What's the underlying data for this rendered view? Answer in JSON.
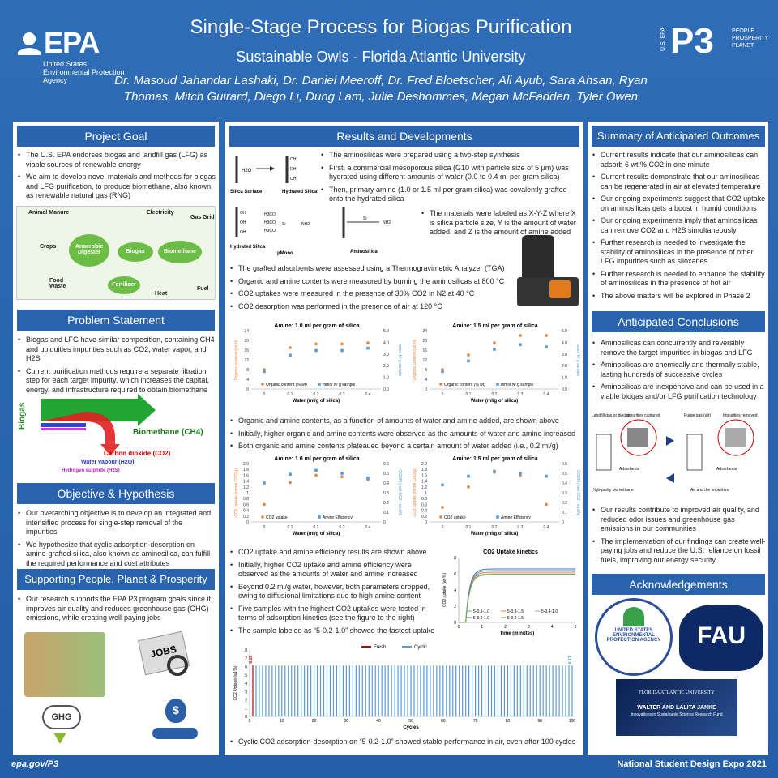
{
  "header": {
    "title": "Single-Stage Process for Biogas Purification",
    "subtitle": "Sustainable Owls - Florida Atlantic University",
    "authors": "Dr. Masoud Jahandar Lashaki, Dr. Daniel Meeroff, Dr. Fred Bloetscher, Ali Ayub, Sara Ahsan, Ryan Thomas, Mitch Guirard, Diego Li, Dung Lam, Julie Deshommes, Megan McFadden, Tyler Owen",
    "epa_mark": "EPA",
    "epa_sub": "United States Environmental Protection Agency",
    "p3_mark": "P3",
    "p3_sub": "PEOPLE PROSPERITY PLANET",
    "p3_side": "U.S. EPA"
  },
  "project_goal": {
    "title": "Project Goal",
    "bullets": [
      "The U.S. EPA endorses biogas and landfill gas (LFG) as viable sources of renewable energy",
      "We aim to develop novel materials and methods for biogas and LFG purification, to produce biomethane, also known as renewable natural gas (RNG)"
    ],
    "diagram": {
      "animal_manure": "Animal Manure",
      "crops": "Crops",
      "food_waste": "Food Waste",
      "digester": "Anaerobic Digester",
      "biogas": "Biogas",
      "biomethane": "Biomethane",
      "electricity": "Electricity",
      "gas_grid": "Gas Grid",
      "fertilizer": "Fertilizer",
      "heat": "Heat",
      "fuel": "Fuel"
    }
  },
  "problem": {
    "title": "Problem Statement",
    "bullets": [
      "Biogas and LFG have similar composition, containing CH4 and ubiquities impurities such as CO2, water vapor, and H2S",
      "Current purification methods require a separate filtration step for each target impurity, which increases the capital, energy, and infrastructure required to obtain biomethane"
    ],
    "sankey": {
      "biogas": "Biogas",
      "biomethane": "Biomethane (CH4)",
      "co2": "Carbon dioxide (CO2)",
      "water": "Water vapour (H2O)",
      "h2s": "Hydrogen sulphide (H2S)"
    }
  },
  "objective": {
    "title": "Objective & Hypothesis",
    "bullets": [
      "Our overarching objective is to develop an integrated and intensified process for single-step removal of the impurities",
      "We hypothesize that cyclic adsorption-desorption on amine-grafted silica, also known as aminosilica, can fulfill the required performance and cost attributes"
    ]
  },
  "supporting": {
    "title": "Supporting People, Planet & Prosperity",
    "bullets": [
      "Our research supports the EPA P3 program goals since it improves air quality and reduces greenhouse gas (GHG) emissions, while creating well-paying jobs"
    ],
    "jobs": "JOBS",
    "ghg": "GHG",
    "dollar": "$"
  },
  "results": {
    "title": "Results and Developments",
    "synthesis_bullets": [
      "The aminosilicas were prepared using a two-step synthesis",
      "First, a commercial mesoporous silica (G10 with particle size of 5 μm) was hydrated using different amounts of water (0.0 to 0.4 ml per gram silica)",
      "Then, primary amine (1.0 or 1.5 ml per gram silica) was covalently grafted onto the hydrated silica"
    ],
    "label_bullet": "The materials were labeled as X-Y-Z where X is silica particle size, Y is the amount of water added, and Z is the amount of amine added",
    "scheme": {
      "silica_surface": "Silica Surface",
      "hydrated_silica": "Hydrated Silica",
      "h2o": "H2O",
      "oh": "OH",
      "hydrated_silica2": "Hydrated Silica",
      "pmono": "pMono",
      "aminosilica": "Aminosilica",
      "h3co": "H3CO",
      "si": "Si",
      "nh2": "NH2"
    },
    "tga_bullets": [
      "The grafted adsorbents were assessed using a Thermogravimetric Analyzer (TGA)",
      "Organic and amine contents were measured by burning the aminosilicas at 800 °C",
      "CO2 uptakes were measured in the presence of 30% CO2 in N2 at 40 °C",
      "CO2 desorption was performed in the presence of air at 120 °C"
    ],
    "content_bullets": [
      "Organic and amine contents, as a function of amounts of water and amine added, are shown above",
      "Initially, higher organic and amine contents were observed as the amounts of water and amine increased",
      "Both organic and amine contents plateaued beyond a certain amount of water added (i.e., 0.2 ml/g)"
    ],
    "uptake_bullets": [
      "CO2 uptake and amine efficiency results are shown above",
      "Initially, higher CO2 uptake and amine efficiency were observed as the amounts of water and amine increased",
      "Beyond 0.2 ml/g water, however, both parameters dropped, owing to diffusional limitations due to high amine content",
      "Five samples with the highest CO2 uptakes were tested in terms of adsorption kinetics (see the figure to the right)",
      "The sample labeled as “5-0.2-1.0” showed the fastest uptake"
    ],
    "cyclic_bullet": "Cyclic CO2 adsorption-desorption on “5-0.2-1.0” showed stable performance in air, even after 100 cycles"
  },
  "chart_data": [
    {
      "type": "scatter",
      "title": "Amine: 1.0 ml per gram of silica",
      "xlabel": "Water (ml/g of silica)",
      "ylabel": "Organic content (wt.%)",
      "y2label": "mmol N/ g sample",
      "xlim": [
        -0.05,
        0.45
      ],
      "ylim": [
        0,
        24
      ],
      "y2lim": [
        0,
        5
      ],
      "x_ticks": [
        "0",
        "0.1",
        "0.2",
        "0.3",
        "0.4"
      ],
      "y_ticks": [
        "0",
        "4",
        "8",
        "12",
        "16",
        "20",
        "24"
      ],
      "y2_ticks": [
        "0.0",
        "1.0",
        "2.0",
        "3.0",
        "4.0",
        "5.0"
      ],
      "series": [
        {
          "name": "Organic content (% wt)",
          "axis": "left",
          "color": "#ed7d31",
          "x": [
            0,
            0.1,
            0.2,
            0.3,
            0.4
          ],
          "y": [
            8,
            17,
            18.5,
            18.5,
            19
          ]
        },
        {
          "name": "mmol N/ g sample",
          "axis": "right",
          "color": "#5b9bd5",
          "x": [
            0,
            0.1,
            0.2,
            0.3,
            0.4
          ],
          "y": [
            1.5,
            2.9,
            3.3,
            3.3,
            3.5
          ]
        }
      ]
    },
    {
      "type": "scatter",
      "title": "Amine: 1.5 ml per gram of silica",
      "xlabel": "Water (ml/g of silica)",
      "ylabel": "Organic content (wt.%)",
      "y2label": "mmol N/ g sample",
      "xlim": [
        -0.05,
        0.45
      ],
      "ylim": [
        0,
        24
      ],
      "y2lim": [
        0,
        5
      ],
      "x_ticks": [
        "0",
        "0.1",
        "0.2",
        "0.3",
        "0.4"
      ],
      "y_ticks": [
        "0",
        "4",
        "8",
        "12",
        "16",
        "20",
        "24"
      ],
      "y2_ticks": [
        "0.0",
        "1.0",
        "2.0",
        "3.0",
        "4.0",
        "5.0"
      ],
      "series": [
        {
          "name": "Organic content (% wt)",
          "axis": "left",
          "color": "#ed7d31",
          "x": [
            0,
            0.1,
            0.2,
            0.3,
            0.4
          ],
          "y": [
            8,
            14,
            19,
            22,
            22
          ]
        },
        {
          "name": "mmol N/ g sample",
          "axis": "right",
          "color": "#5b9bd5",
          "x": [
            0,
            0.1,
            0.2,
            0.3,
            0.4
          ],
          "y": [
            1.5,
            2.4,
            3.4,
            3.8,
            3.6
          ]
        }
      ]
    },
    {
      "type": "scatter",
      "title": "Amine: 1.0 ml per gram of silica",
      "xlabel": "Water (ml/g of silica)",
      "ylabel": "CO2 uptake (mmol CO2/g)",
      "y2label": "CO2/N (mol CO2 / mol N)",
      "xlim": [
        -0.05,
        0.45
      ],
      "ylim": [
        0,
        2
      ],
      "y2lim": [
        0,
        0.6
      ],
      "x_ticks": [
        "0",
        "0.1",
        "0.2",
        "0.3",
        "0.4"
      ],
      "y_ticks": [
        "0",
        "0.2",
        "0.4",
        "0.6",
        "0.8",
        "1",
        "1.2",
        "1.4",
        "1.6",
        "1.8",
        "2.0"
      ],
      "y2_ticks": [
        "0",
        "0.1",
        "0.2",
        "0.3",
        "0.4",
        "0.5",
        "0.6"
      ],
      "series": [
        {
          "name": "CO2 uptake",
          "axis": "left",
          "color": "#ed7d31",
          "x": [
            0,
            0.1,
            0.2,
            0.3,
            0.4
          ],
          "y": [
            0.6,
            1.35,
            1.6,
            1.55,
            1.45
          ]
        },
        {
          "name": "Amine Efficiency",
          "axis": "right",
          "color": "#5b9bd5",
          "x": [
            0,
            0.1,
            0.2,
            0.3,
            0.4
          ],
          "y": [
            0.4,
            0.49,
            0.53,
            0.5,
            0.45
          ]
        }
      ]
    },
    {
      "type": "scatter",
      "title": "Amine: 1.5 ml per gram of silica",
      "xlabel": "Water (ml/g of silica)",
      "ylabel": "CO2 uptake (mmol CO2/g)",
      "y2label": "CO2/N (mol CO2 / mol N)",
      "xlim": [
        -0.05,
        0.45
      ],
      "ylim": [
        0,
        2
      ],
      "y2lim": [
        0,
        0.6
      ],
      "x_ticks": [
        "0",
        "0.1",
        "0.2",
        "0.3",
        "0.4"
      ],
      "y_ticks": [
        "0",
        "0.2",
        "0.4",
        "0.6",
        "0.8",
        "1",
        "1.2",
        "1.4",
        "1.6",
        "1.8",
        "2.0"
      ],
      "y2_ticks": [
        "0",
        "0.1",
        "0.2",
        "0.3",
        "0.4",
        "0.5",
        "0.6"
      ],
      "series": [
        {
          "name": "CO2 uptake",
          "axis": "left",
          "color": "#ed7d31",
          "x": [
            0,
            0.1,
            0.2,
            0.3,
            0.4
          ],
          "y": [
            0.5,
            1.2,
            1.7,
            1.6,
            0.6
          ]
        },
        {
          "name": "Amine Efficiency",
          "axis": "right",
          "color": "#5b9bd5",
          "x": [
            0,
            0.1,
            0.2,
            0.3,
            0.4
          ],
          "y": [
            0.38,
            0.47,
            0.52,
            0.5,
            0.47
          ]
        }
      ]
    },
    {
      "type": "line",
      "title": "CO2 Uptake kinetics",
      "xlabel": "Time (minutes)",
      "ylabel": "CO2 uptake (wt.%)",
      "xlim": [
        0,
        5
      ],
      "ylim": [
        0,
        8
      ],
      "x_ticks": [
        "0",
        "1",
        "2",
        "3",
        "4",
        "5"
      ],
      "y_ticks": [
        "0",
        "2",
        "4",
        "6",
        "8"
      ],
      "series": [
        {
          "name": "5-0.3-1.0",
          "color": "#5b9bd5",
          "plateau": 6.4
        },
        {
          "name": "5-0.3-1.5",
          "color": "#ed7d31",
          "plateau": 6.2
        },
        {
          "name": "5-0.4-1.0",
          "color": "#a5a5a5",
          "plateau": 6.0
        },
        {
          "name": "5-0.2-1.0",
          "color": "#4472c4",
          "plateau": 6.6
        },
        {
          "name": "5-0.2-1.5",
          "color": "#70ad47",
          "plateau": 5.9
        }
      ]
    },
    {
      "type": "bar",
      "title": "",
      "xlabel": "Cycles",
      "ylabel": "CO2 Uptake (wt.%)",
      "xlim": [
        0,
        100
      ],
      "ylim": [
        0,
        8
      ],
      "x_ticks": [
        "0",
        "10",
        "20",
        "30",
        "40",
        "50",
        "60",
        "70",
        "80",
        "90",
        "100"
      ],
      "y_ticks": [
        "0",
        "1",
        "2",
        "3",
        "4",
        "5",
        "6",
        "7",
        "8"
      ],
      "series": [
        {
          "name": "Fresh",
          "color": "#c00000",
          "cycles": [
            1
          ],
          "value": 6.18
        },
        {
          "name": "Cyclic",
          "color": "#5b9bd5",
          "cycles_from": 2,
          "cycles_to": 100,
          "value": 6.13
        }
      ],
      "first_label": "6.18",
      "last_label": "6.13"
    }
  ],
  "summary": {
    "title": "Summary of  Anticipated Outcomes",
    "bullets": [
      "Current results indicate that our aminosilicas can adsorb 6 wt.% CO2 in one minute",
      "Current results demonstrate that our aminosilicas can be regenerated in air at elevated temperature",
      "Our ongoing experiments suggest that CO2 uptake on aminosilicas gets a boost in humid conditions",
      "Our ongoing experiments imply that aminosilicas can remove CO2 and H2S simultaneously",
      "Further research is needed to investigate the stability of aminosilicas in the presence of other LFG impurities such as siloxanes",
      "Further research is needed to enhance the stability of aminosilicas in the presence of hot air",
      "The above matters will be explored in Phase 2"
    ]
  },
  "conclusions": {
    "title": "Anticipated Conclusions",
    "bullets": [
      "Aminosilicas can concurrently and reversibly remove the target impurities in biogas and LFG",
      "Aminosilicas are chemically and thermally stable, lasting hundreds of successive cycles",
      "Aminosilicas are inexpensive and can be used in a viable biogas and/or LFG purification technology"
    ],
    "bullets2": [
      "Our results contribute to improved air quality, and reduced odor issues and greenhouse gas emissions in our communities",
      "The implementation of our findings can create well-paying jobs and reduce the U.S. reliance on fossil fuels, improving our energy security"
    ],
    "diagram": {
      "landfill": "Landfill gas or biogas",
      "captured": "Impurities captured",
      "purge": "Purge gas (air)",
      "removed": "Impurities removed",
      "adsorbents": "Adsorbents",
      "adsorbents2": "Adsorbents",
      "biomethane": "High-purity biomethane",
      "air_out": "Air and the impurities"
    }
  },
  "ack": {
    "title": "Acknowledgements",
    "epa_seal": "UNITED STATES ENVIRONMENTAL PROTECTION AGENCY",
    "fau": "FAU",
    "fau_name": "FLORIDA ATLANTIC UNIVERSITY",
    "janke": "WALTER AND LALITA JANKE",
    "janke_sub": "Innovations in Sustainable Science Research Fund"
  },
  "footer": {
    "left": "epa.gov/P3",
    "right": "National Student Design Expo 2021"
  }
}
